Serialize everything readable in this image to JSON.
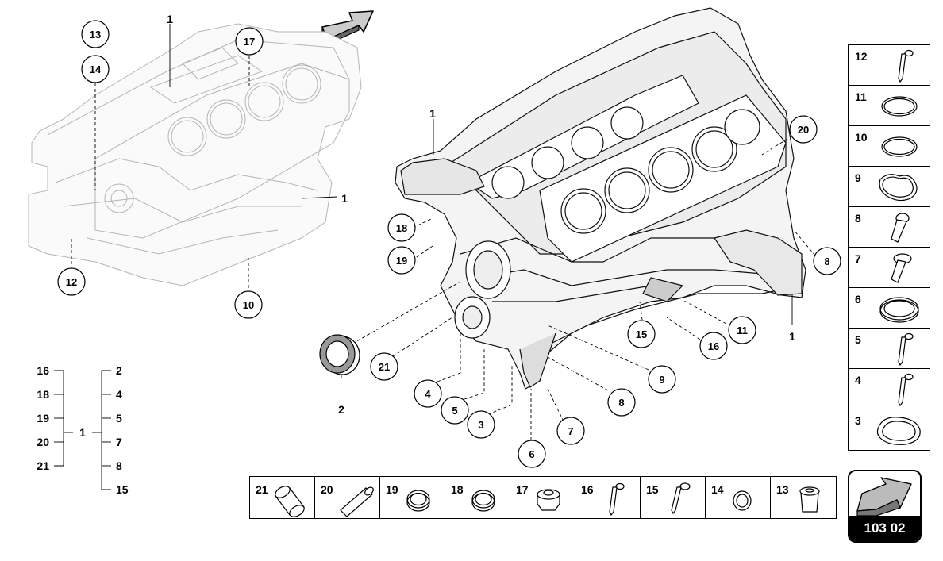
{
  "main_callouts": [
    {
      "id": "c13",
      "label": "13"
    },
    {
      "id": "c14",
      "label": "14"
    },
    {
      "id": "c17",
      "label": "17"
    },
    {
      "id": "c12",
      "label": "12"
    },
    {
      "id": "c10",
      "label": "10"
    },
    {
      "id": "c20",
      "label": "20"
    },
    {
      "id": "c18",
      "label": "18"
    },
    {
      "id": "c19",
      "label": "19"
    },
    {
      "id": "c8a",
      "label": "8"
    },
    {
      "id": "c15",
      "label": "15"
    },
    {
      "id": "c16",
      "label": "16"
    },
    {
      "id": "c11",
      "label": "11"
    },
    {
      "id": "c21",
      "label": "21"
    },
    {
      "id": "c9",
      "label": "9"
    },
    {
      "id": "c4",
      "label": "4"
    },
    {
      "id": "c8b",
      "label": "8"
    },
    {
      "id": "c5",
      "label": "5"
    },
    {
      "id": "c3",
      "label": "3"
    },
    {
      "id": "c7",
      "label": "7"
    },
    {
      "id": "c6",
      "label": "6"
    }
  ],
  "plain_labels": [
    {
      "id": "p1a",
      "label": "1"
    },
    {
      "id": "p1b",
      "label": "1"
    },
    {
      "id": "p1c",
      "label": "1"
    },
    {
      "id": "p1d",
      "label": "1"
    },
    {
      "id": "p2",
      "label": "2"
    }
  ],
  "tree": {
    "root": "1",
    "left": [
      "16",
      "18",
      "19",
      "20",
      "21"
    ],
    "right": [
      "2",
      "4",
      "5",
      "7",
      "8",
      "15"
    ]
  },
  "right_legend": [
    {
      "num": "12",
      "icon": "long-bolt-icon"
    },
    {
      "num": "11",
      "icon": "o-ring-icon"
    },
    {
      "num": "10",
      "icon": "o-ring-icon"
    },
    {
      "num": "9",
      "icon": "gasket-icon"
    },
    {
      "num": "8",
      "icon": "short-bolt-icon"
    },
    {
      "num": "7",
      "icon": "flange-bolt-icon"
    },
    {
      "num": "6",
      "icon": "seal-ring-icon"
    },
    {
      "num": "5",
      "icon": "long-bolt-icon"
    },
    {
      "num": "4",
      "icon": "long-bolt-icon"
    },
    {
      "num": "3",
      "icon": "oval-gasket-icon"
    }
  ],
  "bottom_legend": [
    {
      "num": "21",
      "icon": "sleeve-icon"
    },
    {
      "num": "20",
      "icon": "dowel-pin-icon"
    },
    {
      "num": "19",
      "icon": "ring-icon"
    },
    {
      "num": "18",
      "icon": "ring-icon"
    },
    {
      "num": "17",
      "icon": "plug-icon"
    },
    {
      "num": "16",
      "icon": "long-bolt-icon"
    },
    {
      "num": "15",
      "icon": "bolt-icon"
    },
    {
      "num": "14",
      "icon": "small-ring-icon"
    },
    {
      "num": "13",
      "icon": "screw-plug-icon"
    }
  ],
  "badge": {
    "code": "103 02",
    "icon": "arrow-icon"
  }
}
